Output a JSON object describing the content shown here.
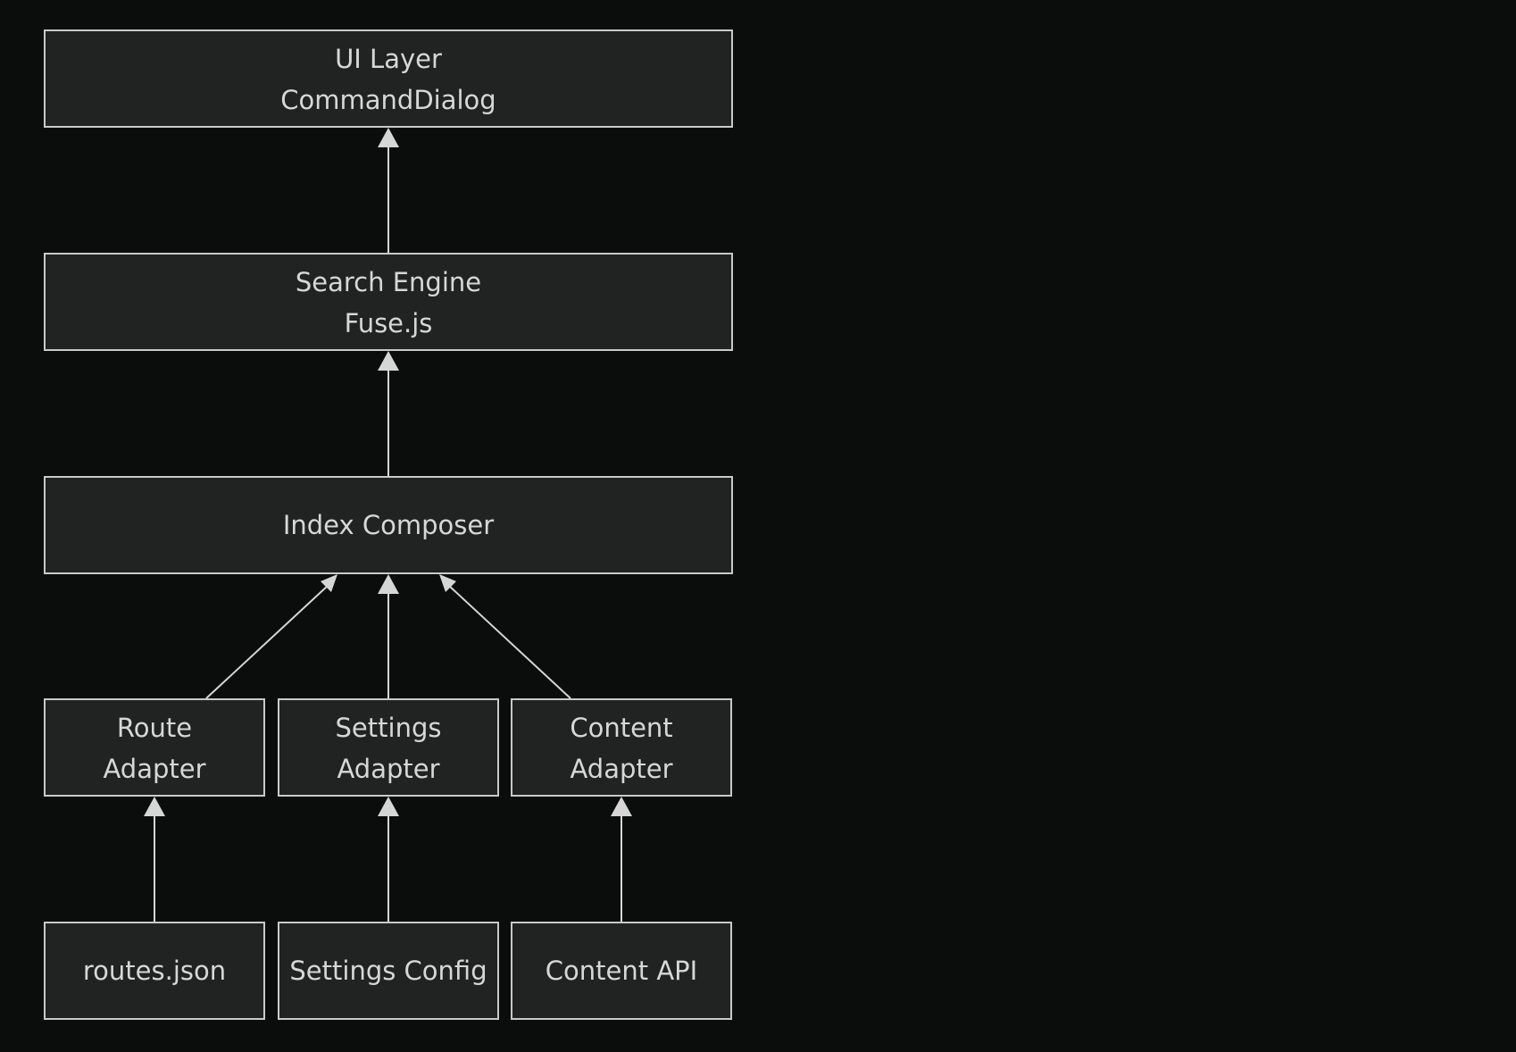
{
  "diagram": {
    "nodes": {
      "ui_layer": {
        "line1": "UI Layer",
        "line2": "CommandDialog"
      },
      "search_engine": {
        "line1": "Search Engine",
        "line2": "Fuse.js"
      },
      "index_composer": {
        "line1": "Index Composer"
      },
      "route_adapter": {
        "line1": "Route",
        "line2": "Adapter"
      },
      "settings_adapter": {
        "line1": "Settings",
        "line2": "Adapter"
      },
      "content_adapter": {
        "line1": "Content",
        "line2": "Adapter"
      },
      "routes_json": {
        "line1": "routes.json"
      },
      "settings_config": {
        "line1": "Settings Config"
      },
      "content_api": {
        "line1": "Content API"
      }
    },
    "edges": [
      {
        "from": "search_engine",
        "to": "ui_layer"
      },
      {
        "from": "index_composer",
        "to": "search_engine"
      },
      {
        "from": "route_adapter",
        "to": "index_composer"
      },
      {
        "from": "settings_adapter",
        "to": "index_composer"
      },
      {
        "from": "content_adapter",
        "to": "index_composer"
      },
      {
        "from": "routes_json",
        "to": "route_adapter"
      },
      {
        "from": "settings_config",
        "to": "settings_adapter"
      },
      {
        "from": "content_api",
        "to": "content_adapter"
      }
    ]
  }
}
